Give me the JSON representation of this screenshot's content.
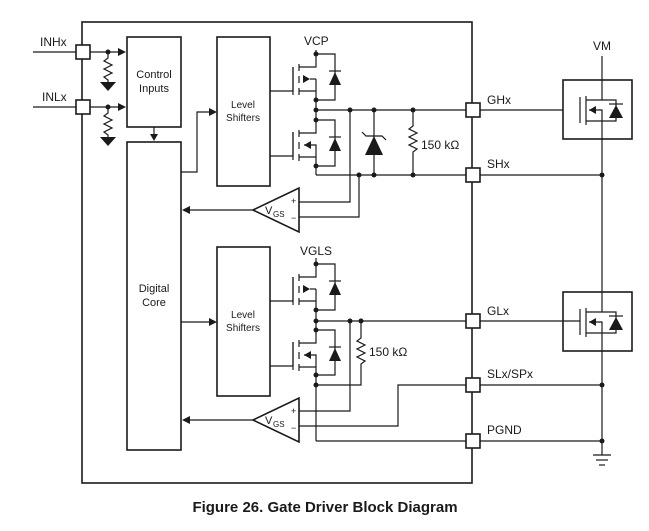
{
  "figure": {
    "caption": "Figure 26.  Gate Driver Block Diagram"
  },
  "pins": {
    "inh": "INHx",
    "inl": "INLx",
    "gh": "GHx",
    "sh": "SHx",
    "gl": "GLx",
    "sl": "SLx/SPx",
    "pgnd": "PGND"
  },
  "blocks": {
    "control_inputs": [
      "Control",
      "Inputs"
    ],
    "digital_core": [
      "Digital",
      "Core"
    ],
    "level_shifters_high": [
      "Level",
      "Shifters"
    ],
    "level_shifters_low": [
      "Level",
      "Shifters"
    ]
  },
  "rails": {
    "vcp": "VCP",
    "vgls": "VGLS",
    "vm": "VM"
  },
  "components": {
    "resistor_high": "150 kΩ",
    "resistor_low": "150 kΩ",
    "vgs_main": "V",
    "vgs_sub": "GS",
    "plus": "+",
    "minus": "−"
  }
}
